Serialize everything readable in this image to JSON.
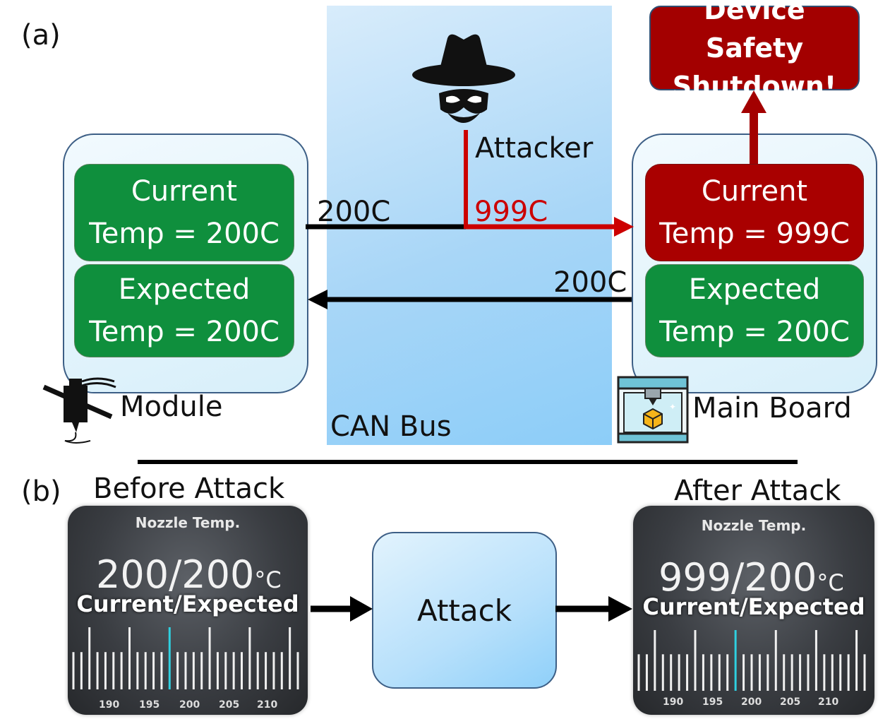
{
  "panel_a": {
    "label": "(a)",
    "bus_label": "CAN Bus",
    "attacker_label": "Attacker",
    "module_label": "Module",
    "main_board_label": "Main Board",
    "module_node": {
      "current_line1": "Current",
      "current_line2": "Temp = 200C",
      "expected_line1": "Expected",
      "expected_line2": "Temp = 200C"
    },
    "main_node": {
      "current_line1": "Current",
      "current_line2": "Temp = 999C",
      "expected_line1": "Expected",
      "expected_line2": "Temp = 200C"
    },
    "msg_module_to_bus": "200C",
    "msg_attacker": "999C",
    "msg_main_to_module": "200C",
    "shutdown_line1": "Device Safety",
    "shutdown_line2": "Shutdown!"
  },
  "panel_b": {
    "label": "(b)",
    "before_title": "Before Attack",
    "after_title": "After Attack",
    "attack_label": "Attack",
    "before_screen": {
      "header": "Nozzle Temp.",
      "reading": "200/200",
      "unit": "°C",
      "caption": "Current/Expected",
      "ticks": [
        "190",
        "195",
        "200",
        "205",
        "210"
      ]
    },
    "after_screen": {
      "header": "Nozzle Temp.",
      "reading": "999/200",
      "unit": "°C",
      "caption": "Current/Expected",
      "ticks": [
        "190",
        "195",
        "200",
        "205",
        "210"
      ]
    }
  },
  "colors": {
    "green": "#0f8f3d",
    "red": "#a90000",
    "attack_red": "#cc0000",
    "bus_blue": "#a8d6f7",
    "cyan_tick": "#2fd0e0"
  },
  "icons": [
    "spy-icon",
    "nozzle-icon",
    "printer-icon"
  ]
}
